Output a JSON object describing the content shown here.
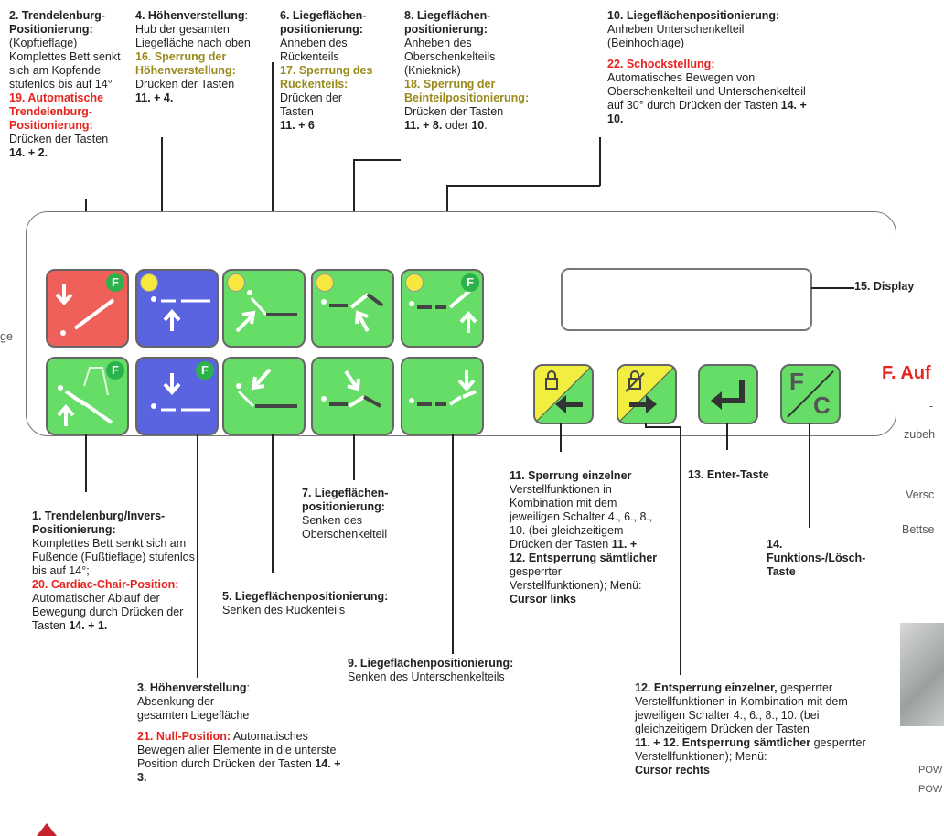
{
  "colors": {
    "red_key": "#f0605a",
    "blue_key": "#5a63e0",
    "green_key": "#66dd66",
    "yellow_key": "#f2ee40",
    "accent_red": "#e8241f",
    "accent_olive": "#9a8a1c"
  },
  "a2": {
    "title": "2. Trendelenburg-Positionierung:",
    "desc": "(Kopftieflage) Komplettes Bett senkt sich am Kopfende stufenlos bis auf 14°",
    "sub_title": "19. Automatische Trendelenburg-Positionierung:",
    "sub_desc": "Drücken der Tasten",
    "sub_keys": "14. + 2."
  },
  "a4": {
    "title": "4. Höhenverstellung",
    "colon": ":",
    "desc": "Hub der gesamten Liegefläche nach oben",
    "sub_title": "16. Sperrung der Höhenverstellung:",
    "sub_desc": "Drücken der Tasten",
    "sub_keys": "11. + 4."
  },
  "a6": {
    "title": "6. Liegeflächen-positionierung:",
    "desc": "Anheben des Rückenteils",
    "sub_title": "17. Sperrung des Rückenteils:",
    "sub_desc": "Drücken der Tasten",
    "sub_keys": "11. + 6"
  },
  "a8": {
    "title": "8. Liegeflächen-positionierung:",
    "desc": "Anheben des Oberschenkelteils (Knieknick)",
    "sub_title": "18. Sperrung der Beinteilpositionierung:",
    "sub_desc": "Drücken der Tasten",
    "sub_keys": "11. + 8.",
    "sub_or": "oder",
    "sub_keys2": "10"
  },
  "a10": {
    "title": "10. Liegeflächenpositionierung:",
    "desc": "Anheben Unterschenkelteil (Beinhochlage)",
    "sub_title": "22. Schockstellung:",
    "sub_desc": "Automatisches Bewegen von Oberschenkelteil und Unterschenkelteil auf 30° durch Drücken der Tasten",
    "sub_keys": "14. + 10."
  },
  "a15": {
    "title": "15. Display"
  },
  "a1": {
    "title": "1. Trendelenburg/Invers-Positionierung:",
    "desc": "Komplettes Bett senkt sich am Fußende (Fußtieflage) stufenlos bis auf 14°;",
    "sub_title": "20. Cardiac-Chair-Position:",
    "sub_desc": "Automatischer Ablauf der Bewegung durch Drücken der Tasten",
    "sub_keys": "14. + 1."
  },
  "a3": {
    "title": "3. Höhenverstellung",
    "colon": ":",
    "desc": "Absenkung der gesamten Liegefläche",
    "sub_title": "21. Null-Position:",
    "sub_desc": "Automatisches Bewegen aller Elemente in die unterste Position durch Drücken der Tasten",
    "sub_keys": "14. + 3."
  },
  "a5": {
    "title": "5. Liegeflächenpositionierung:",
    "desc": "Senken des Rückenteils"
  },
  "a7": {
    "title": "7. Liegeflächen-positionierung:",
    "desc": "Senken des Oberschenkelteil"
  },
  "a9": {
    "title": "9. Liegeflächenpositionierung:",
    "desc": "Senken des Unterschenkelteils"
  },
  "a11": {
    "title": "11. Sperrung einzelner",
    "desc": "Verstellfunktionen in Kombination mit dem jeweiligen Schalter 4., 6., 8., 10. (bei gleichzeitigem Drücken der Tasten",
    "keys": "11. +",
    "bold2": "12. Entsperrung sämtlicher",
    "desc2": "gesperrter Verstellfunktionen); Menü:",
    "cursor": "Cursor links"
  },
  "a12": {
    "title": "12. Entsperrung einzelner,",
    "desc": "gesperrter Verstellfunktionen in Kombination mit dem jeweiligen Schalter 4., 6., 8., 10. (bei gleichzeitigem Drücken der Tasten",
    "bold2": "11. + 12. Entsperrung sämtlicher",
    "desc2": "gesperrter Verstellfunktionen); Menü:",
    "cursor": "Cursor rechts"
  },
  "a13": {
    "title": "13. Enter-Taste"
  },
  "a14": {
    "title": "14. Funktions-/Lösch-Taste"
  },
  "keys": {
    "f_label": "F",
    "fc_f": "F",
    "fc_c": "C"
  },
  "side": {
    "ge": "ge",
    "heading": "F. Auf",
    "dash": "-",
    "zubeh": "zubeh",
    "versc": "Versc",
    "bettse": "Bettse",
    "pow1": "POW",
    "pow2": "POW"
  }
}
